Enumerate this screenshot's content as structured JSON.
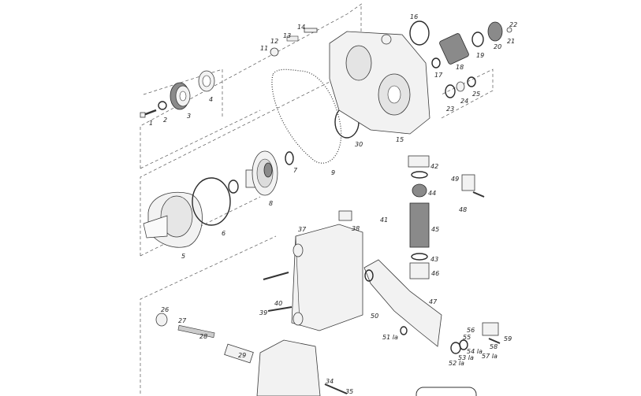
{
  "diagram": {
    "labels": [
      {
        "id": "1",
        "text": "1"
      },
      {
        "id": "2",
        "text": "2"
      },
      {
        "id": "3",
        "text": "3"
      },
      {
        "id": "4",
        "text": "4"
      },
      {
        "id": "5",
        "text": "5"
      },
      {
        "id": "6",
        "text": "6"
      },
      {
        "id": "7",
        "text": "7"
      },
      {
        "id": "8",
        "text": "8"
      },
      {
        "id": "9",
        "text": "9"
      },
      {
        "id": "11",
        "text": "11"
      },
      {
        "id": "12",
        "text": "12"
      },
      {
        "id": "13",
        "text": "13"
      },
      {
        "id": "14",
        "text": "14"
      },
      {
        "id": "15",
        "text": "15"
      },
      {
        "id": "16",
        "text": "16"
      },
      {
        "id": "17",
        "text": "17"
      },
      {
        "id": "18",
        "text": "18"
      },
      {
        "id": "19",
        "text": "19"
      },
      {
        "id": "20",
        "text": "20"
      },
      {
        "id": "21",
        "text": "21"
      },
      {
        "id": "22",
        "text": "22"
      },
      {
        "id": "23",
        "text": "23"
      },
      {
        "id": "24",
        "text": "24"
      },
      {
        "id": "25",
        "text": "25"
      },
      {
        "id": "26",
        "text": "26"
      },
      {
        "id": "27",
        "text": "27"
      },
      {
        "id": "28",
        "text": "28"
      },
      {
        "id": "29",
        "text": "29"
      },
      {
        "id": "30",
        "text": "30"
      },
      {
        "id": "34",
        "text": "34"
      },
      {
        "id": "35",
        "text": "35"
      },
      {
        "id": "37",
        "text": "37"
      },
      {
        "id": "38",
        "text": "38"
      },
      {
        "id": "39",
        "text": "39"
      },
      {
        "id": "40",
        "text": "40"
      },
      {
        "id": "41",
        "text": "41"
      },
      {
        "id": "42",
        "text": "42"
      },
      {
        "id": "43",
        "text": "43"
      },
      {
        "id": "44",
        "text": "44"
      },
      {
        "id": "45",
        "text": "45"
      },
      {
        "id": "46",
        "text": "46"
      },
      {
        "id": "47",
        "text": "47"
      },
      {
        "id": "48",
        "text": "48"
      },
      {
        "id": "49",
        "text": "49"
      },
      {
        "id": "50",
        "text": "50"
      },
      {
        "id": "51la",
        "text": "51 la"
      },
      {
        "id": "52la",
        "text": "52 la"
      },
      {
        "id": "53la",
        "text": "53 la"
      },
      {
        "id": "54la",
        "text": "54 la"
      },
      {
        "id": "55",
        "text": "55"
      },
      {
        "id": "56",
        "text": "56"
      },
      {
        "id": "57la",
        "text": "57 la"
      },
      {
        "id": "58",
        "text": "58"
      },
      {
        "id": "59",
        "text": "59"
      }
    ]
  }
}
